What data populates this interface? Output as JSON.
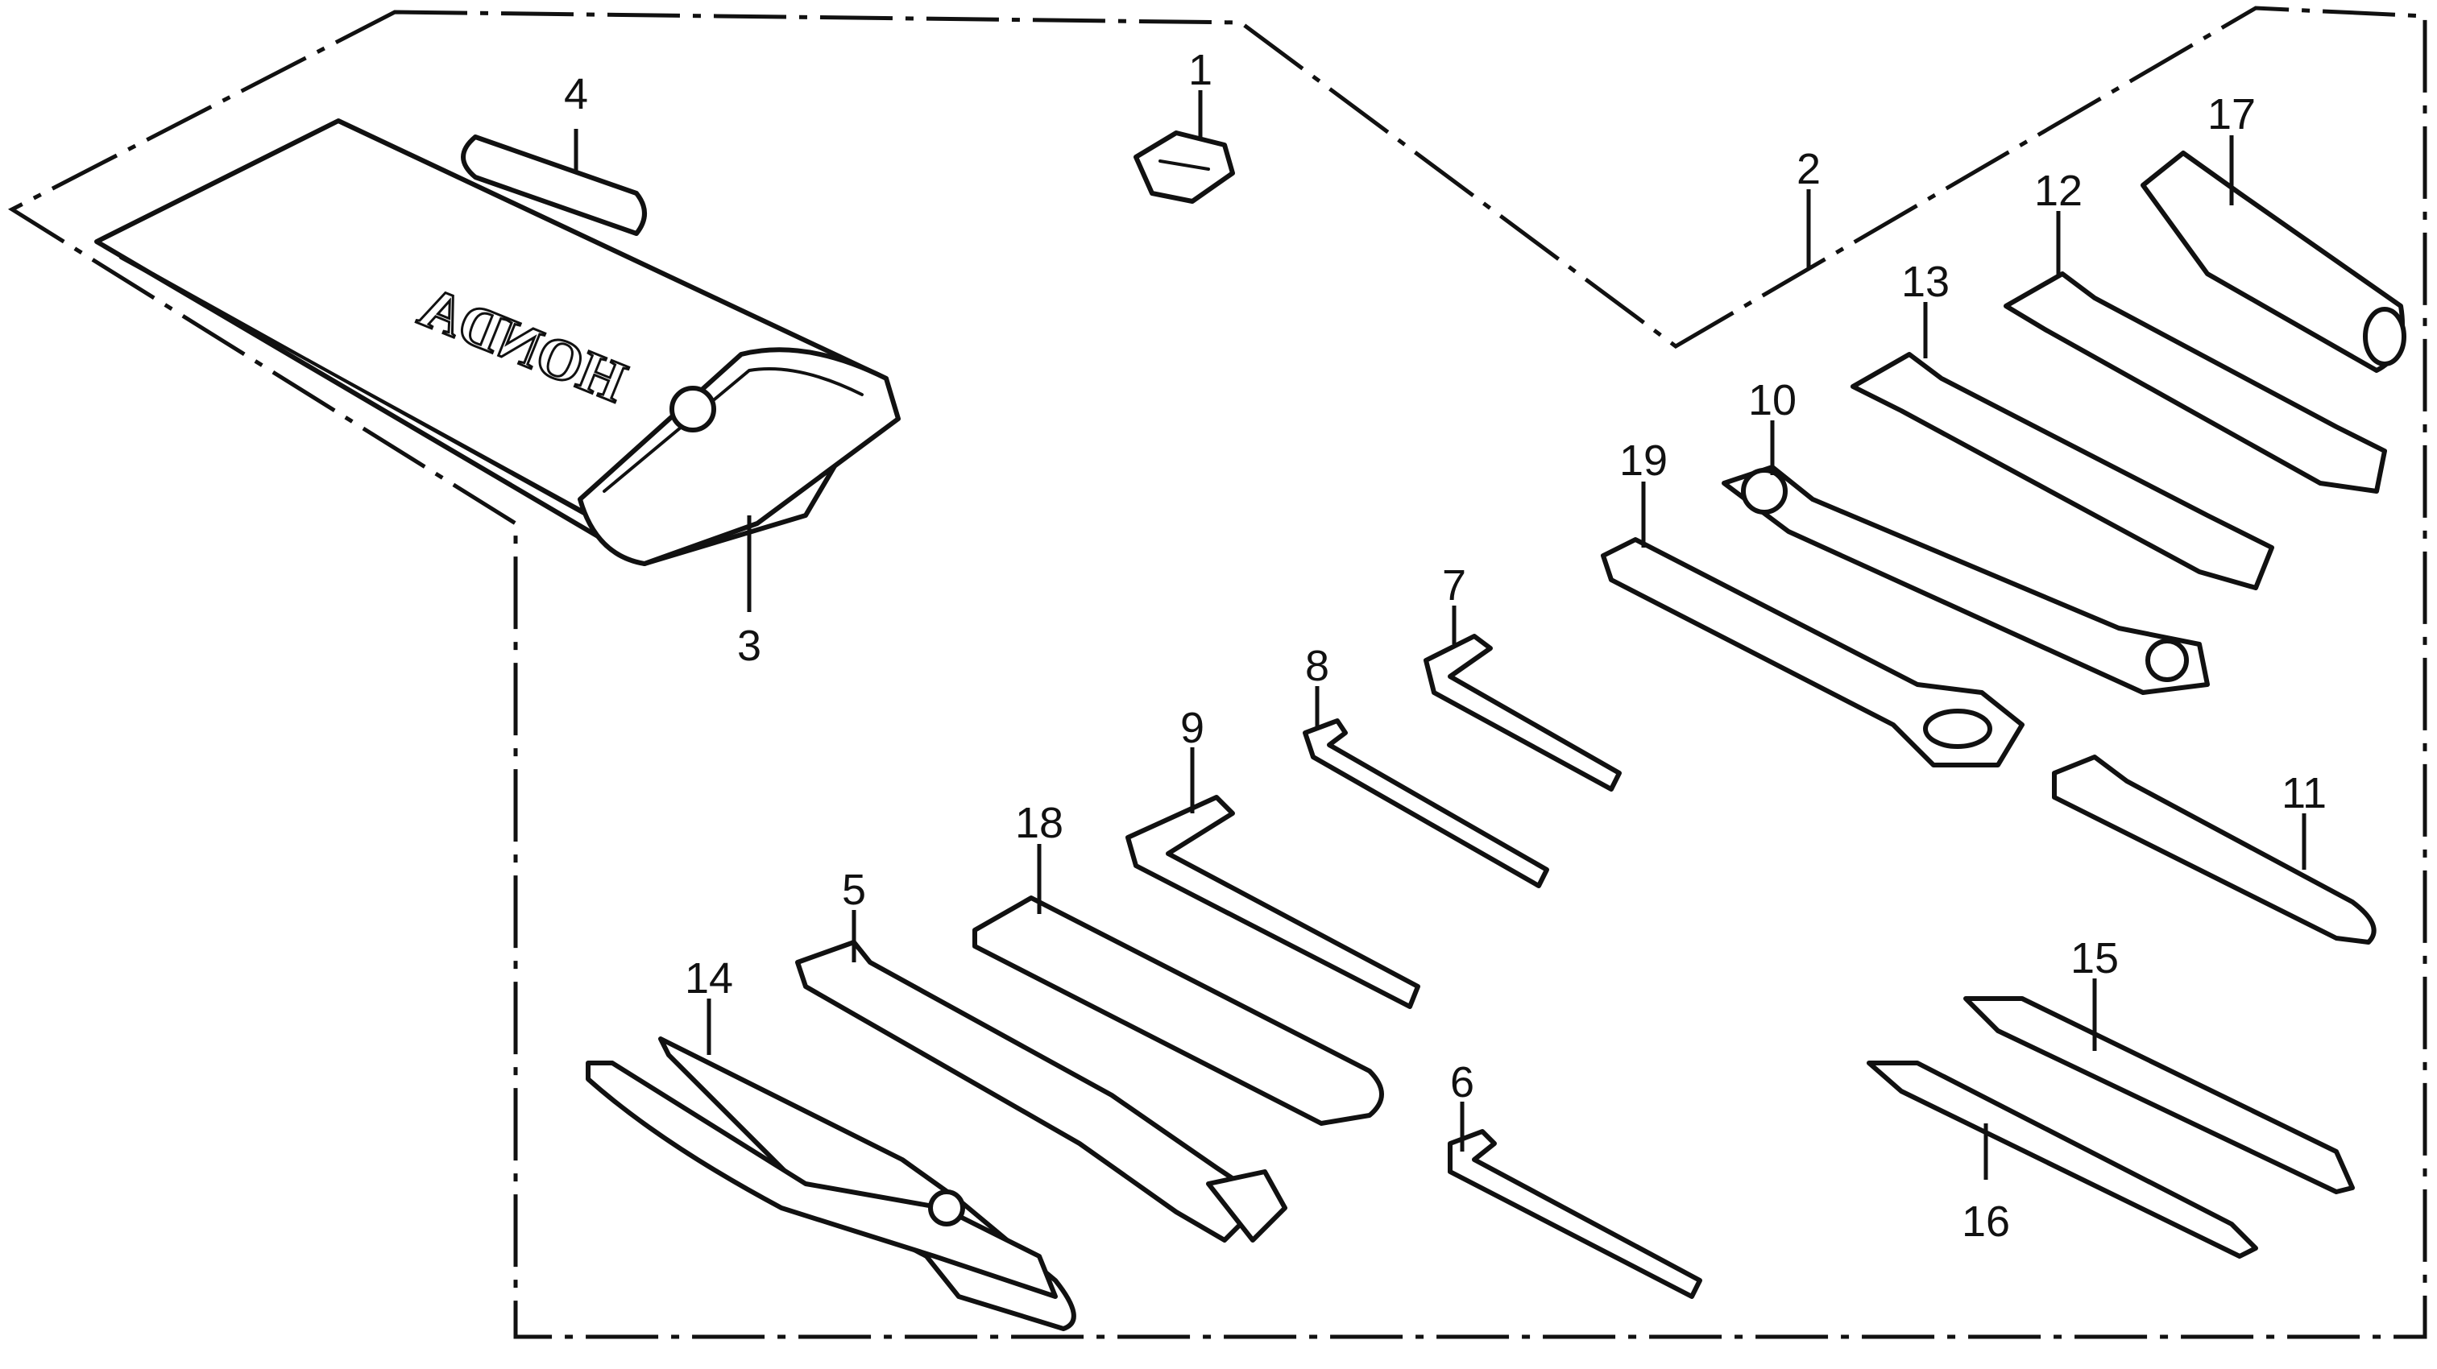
{
  "diagram": {
    "callouts": {
      "c1": "1",
      "c2": "2",
      "c3": "3",
      "c4": "4",
      "c5": "5",
      "c6": "6",
      "c7": "7",
      "c8": "8",
      "c9": "9",
      "c10": "10",
      "c11": "11",
      "c12": "12",
      "c13": "13",
      "c14": "14",
      "c15": "15",
      "c16": "16",
      "c17": "17",
      "c18": "18",
      "c19": "19"
    },
    "bag_brand": "HONDA",
    "line_color": "#111111",
    "background": "#ffffff"
  }
}
